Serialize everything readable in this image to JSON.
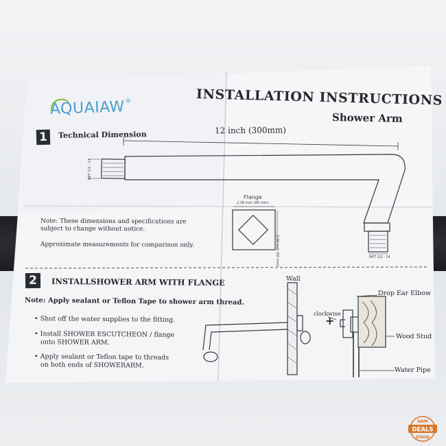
{
  "document": {
    "logo": "AQUAIAW",
    "logo_mark": "®",
    "title": "INSTALLATION INSTRUCTIONS",
    "subtitle": "Shower Arm",
    "section1": {
      "number": "1",
      "title": "Technical Dimension",
      "dimension": "12 inch (300mm)",
      "flange_label": "Flange",
      "flange_dim": "2.36 inch (60 mm)",
      "npt": "NPT 1/2 - 14",
      "note": [
        "Note: These dimensions and specifications are",
        "subject to change without notice."
      ],
      "approx": "Approximate measurements for comparison only."
    },
    "section2": {
      "number": "2",
      "title": "INSTALLSHOWER ARM WITH FLANGE",
      "note": "Note: Apply sealant or Teflon Tape to shower arm thread.",
      "bullets": [
        [
          "• Shut off the water supplies to the fitting."
        ],
        [
          "• Install SHOWER ESCUTCHEON / flange",
          "   onto SHOWER ARM."
        ],
        [
          "• Apply sealant or Teflon tape to threads",
          "   on both ends of SHOWERARM."
        ]
      ],
      "labels": {
        "wall": "Wall",
        "drop_ear": "Drop Ear Elbow",
        "clockwise": "clockwise",
        "plus": "+",
        "wood_stud": "Wood Stud",
        "water_pipe": "Water Pipe"
      }
    }
  },
  "watermark": {
    "line1": "DAM",
    "line2": "DEALS",
    "line3": "GOOD"
  },
  "colors": {
    "paper": "#f4f5f7",
    "ink": "#26292d",
    "logo": "#4a9fd0",
    "badge": "#d9772b"
  }
}
